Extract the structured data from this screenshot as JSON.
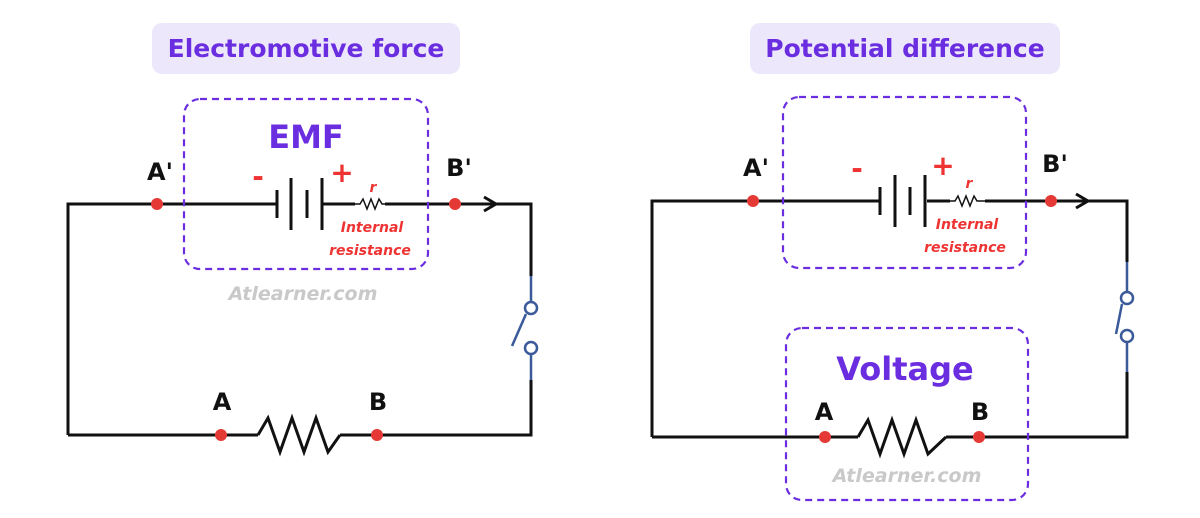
{
  "left": {
    "title": "Electromotive force",
    "box_label": "EMF",
    "node_a_prime": "A'",
    "node_b_prime": "B'",
    "node_a": "A",
    "node_b": "B",
    "minus": "-",
    "plus": "+",
    "r_label": "r",
    "internal_1": "Internal",
    "internal_2": "resistance",
    "watermark": "Atlearner.com"
  },
  "right": {
    "title": "Potential difference",
    "box_label": "Voltage",
    "node_a_prime": "A'",
    "node_b_prime": "B'",
    "node_a": "A",
    "node_b": "B",
    "minus": "-",
    "plus": "+",
    "r_label": "r",
    "internal_1": "Internal",
    "internal_2": "resistance",
    "watermark": "Atlearner.com"
  },
  "colors": {
    "accent": "#6a2ee0",
    "title_bg": "#ede7fb",
    "node": "#e53935",
    "switch": "#3a5a9a",
    "wire": "#111111",
    "watermark": "#c9c9c9"
  }
}
